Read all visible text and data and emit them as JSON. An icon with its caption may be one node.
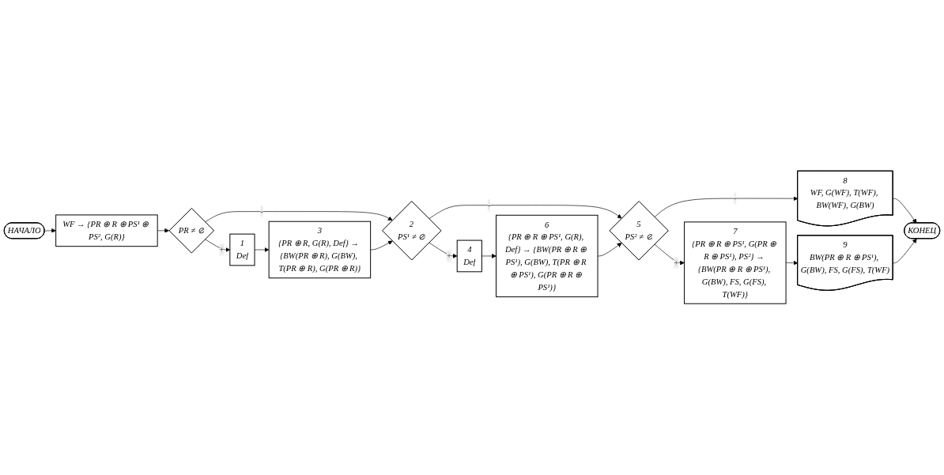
{
  "diagram": {
    "nodes": [
      {
        "text": [
          "НАЧАЛО"
        ]
      },
      {
        "text": [
          "WF → {PR ⊕ R ⊕ PS¹ ⊕ PS², G(R)}"
        ]
      },
      {
        "text": [
          "PR ≠ ⊘"
        ]
      },
      {
        "text": [
          "1",
          "Def"
        ]
      },
      {
        "text": [
          "2",
          "PS¹ ≠ ⊘"
        ]
      },
      {
        "text": [
          "3",
          "{PR ⊕ R, G(R), Def} → {BW(PR ⊕ R), G(BW), T(PR ⊕ R), G(PR ⊕ R)}"
        ]
      },
      {
        "text": [
          "4",
          "Def"
        ]
      },
      {
        "text": [
          "5",
          "PS² ≠ ⊘"
        ]
      },
      {
        "text": [
          "6",
          "{PR ⊕ R ⊕ PS¹, G(R), Def} → {BW(PR ⊕ R ⊕ PS¹), G(BW), T(PR ⊕ R ⊕ PS¹), G(PR ⊕ R ⊕ PS¹)}"
        ]
      },
      {
        "text": [
          "8",
          "WF, G(WF), T(WF), BW(WF), G(BW)"
        ]
      },
      {
        "text": [
          "7",
          "{PR ⊕ R ⊕ PS¹, G(PR ⊕ R ⊕ PS¹), PS²} → {BW(PR ⊕ R ⊕ PS¹), G(BW), FS, G(FS), T(WF)}"
        ]
      },
      {
        "text": [
          "9",
          "BW(PR ⊕ R ⊕ PS¹), G(BW), FS, G(FS), T(WF)"
        ]
      },
      {
        "text": [
          "КОНЕЦ"
        ]
      }
    ],
    "edges": [
      {
        "from": 0,
        "to": 1,
        "arrow": "to"
      },
      {
        "from": 1,
        "to": 2,
        "arrow": "to"
      },
      {
        "from": 2,
        "to": 3,
        "arrow": "to",
        "label": "+"
      },
      {
        "from": 2,
        "to": 4,
        "arrow": "to",
        "label": "-"
      },
      {
        "from": 3,
        "to": 5,
        "arrow": "to"
      },
      {
        "from": 5,
        "to": 4,
        "arrow": "to"
      },
      {
        "from": 4,
        "to": 7,
        "arrow": "to",
        "label": "-"
      },
      {
        "from": 4,
        "to": 6,
        "arrow": "to",
        "label": "+"
      },
      {
        "from": 6,
        "to": 8,
        "arrow": "to"
      },
      {
        "from": 8,
        "to": 7,
        "arrow": "to"
      },
      {
        "from": 7,
        "to": 9,
        "arrow": "to",
        "label": "-"
      },
      {
        "from": 7,
        "to": 10,
        "arrow": "to",
        "label": "+"
      },
      {
        "from": 9,
        "to": 12,
        "arrow": "to"
      },
      {
        "from": 10,
        "to": 11,
        "arrow": "to"
      },
      {
        "from": 11,
        "to": 12,
        "arrow": "to"
      }
    ]
  }
}
